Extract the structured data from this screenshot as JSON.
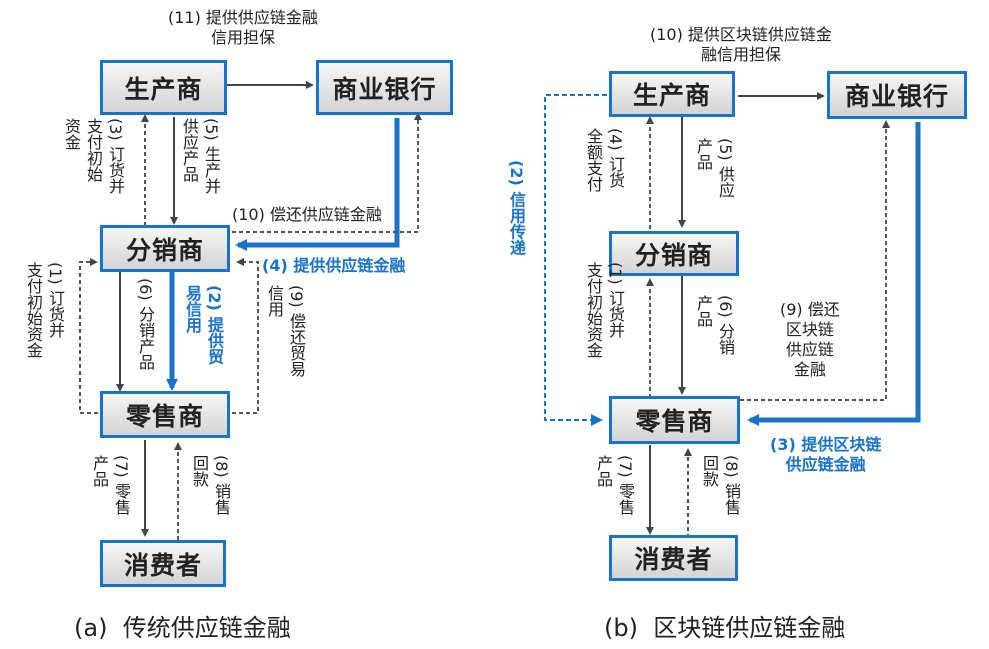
{
  "colors": {
    "accent": "#1a73c8",
    "solid_arrow": "#444444",
    "dashed_arrow": "#555555"
  },
  "left": {
    "caption": "(a)  传统供应链金融",
    "nodes": {
      "producer": "生产商",
      "bank": "商业银行",
      "distributor": "分销商",
      "retailer": "零售商",
      "consumer": "消费者"
    },
    "labels": {
      "l11": "(11) 提供供应链金融\n信用担保",
      "l3": "(3) 订货并\n支付初始\n资金",
      "l5": "(5) 生产并\n供应产品",
      "l10": "(10) 偿还供应链金融",
      "l4": "(4) 提供供应链金融",
      "l1": "(1) 订货并\n支付初始资金",
      "l6": "(6) 分销产品",
      "l2": "(2) 提供贸\n易信用",
      "l9": "(9) 偿还贸易\n信用",
      "l7": "(7) 零售\n产品",
      "l8": "(8) 销售\n回款"
    }
  },
  "right": {
    "caption": "(b)  区块链供应链金融",
    "nodes": {
      "producer": "生产商",
      "bank": "商业银行",
      "distributor": "分销商",
      "retailer": "零售商",
      "consumer": "消费者"
    },
    "labels": {
      "r10": "(10) 提供区块链供应链金\n融信用担保",
      "r4": "(4) 订货\n全额支付",
      "r5": "(5) 供应\n产品",
      "r2": "(2) 信用传递",
      "r1": "(1) 订货并\n支付初始资金",
      "r6": "(6) 分销\n产品",
      "r9": "(9) 偿还\n区块链\n供应链\n金融",
      "r3": "(3) 提供区块链\n供应链金融",
      "r7": "(7) 零售\n产品",
      "r8": "(8) 销售\n回款"
    }
  }
}
